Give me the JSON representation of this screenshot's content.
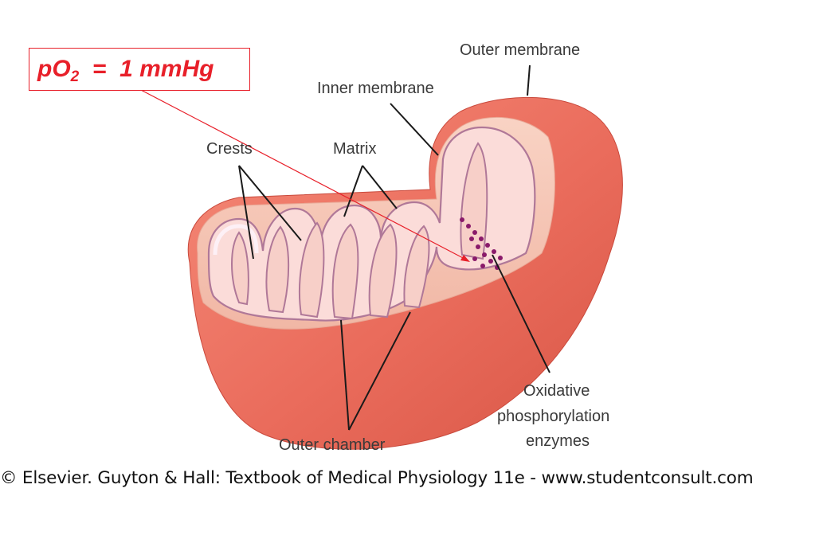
{
  "annotation": {
    "prefix": "pO",
    "subscript": "2",
    "suffix": "  =  1 mmHg",
    "color": "#e8202a"
  },
  "labels": {
    "outer_membrane": "Outer membrane",
    "inner_membrane": "Inner membrane",
    "crests": "Crests",
    "matrix": "Matrix",
    "oxidative_line1": "Oxidative",
    "oxidative_line2": "phosphorylation",
    "oxidative_line3": "enzymes",
    "outer_chamber": "Outer chamber"
  },
  "credit": "© Elsevier. Guyton & Hall: Textbook of Medical Physiology 11e - www.studentconsult.com",
  "colors": {
    "outer_body": "#ec7060",
    "outer_shadow": "#d9584a",
    "cut_face": "#f6c6b6",
    "inner_membrane": "#fbe6ef",
    "membrane_line": "#b07898",
    "enzymes": "#8a1a6a"
  }
}
